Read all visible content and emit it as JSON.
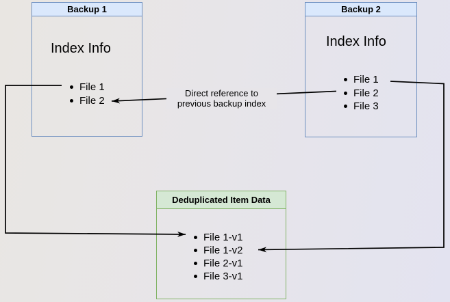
{
  "diagram": {
    "backup1": {
      "title": "Backup 1",
      "subtitle": "Index Info",
      "items": [
        "File 1",
        "File 2"
      ]
    },
    "backup2": {
      "title": "Backup 2",
      "subtitle": "Index Info",
      "items": [
        "File 1",
        "File 2",
        "File 3"
      ]
    },
    "dedup": {
      "title": "Deduplicated Item Data",
      "items": [
        "File 1-v1",
        "File 1-v2",
        "File 2-v1",
        "File 3-v1"
      ]
    },
    "annotation": {
      "line1": "Direct reference to",
      "line2": "previous backup index"
    },
    "colors": {
      "backup_header_fill": "#dae8fc",
      "backup_border": "#6c8ebf",
      "dedup_header_fill": "#d5e8d4",
      "dedup_border": "#82b366",
      "arrow": "#000000",
      "text": "#000000"
    }
  }
}
